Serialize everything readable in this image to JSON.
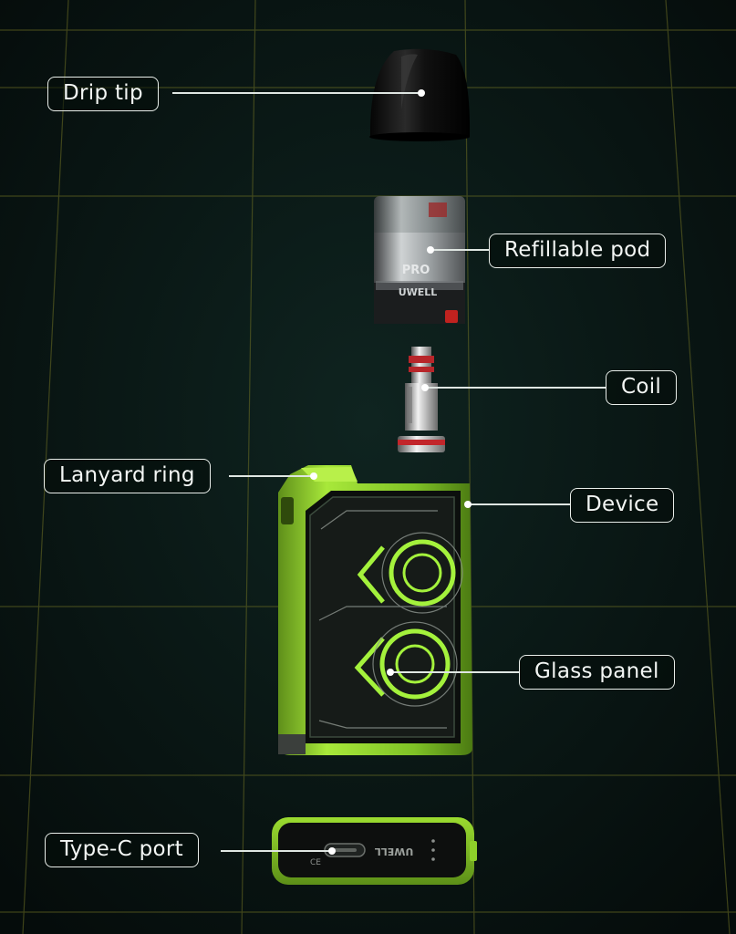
{
  "callouts": {
    "drip_tip": "Drip tip",
    "refillable_pod": "Refillable pod",
    "coil": "Coil",
    "lanyard_ring": "Lanyard ring",
    "device": "Device",
    "glass_panel": "Glass panel",
    "type_c_port": "Type-C port"
  },
  "product": {
    "pod_brand": "UWELL",
    "pod_mark": "PRO",
    "base_brand": "UWELL"
  },
  "colors": {
    "background": "#07110f",
    "grid": "#7a7a2a",
    "device_green": "#8ed12a",
    "panel_green": "#a4f23c",
    "label_border": "#e9eeea"
  }
}
